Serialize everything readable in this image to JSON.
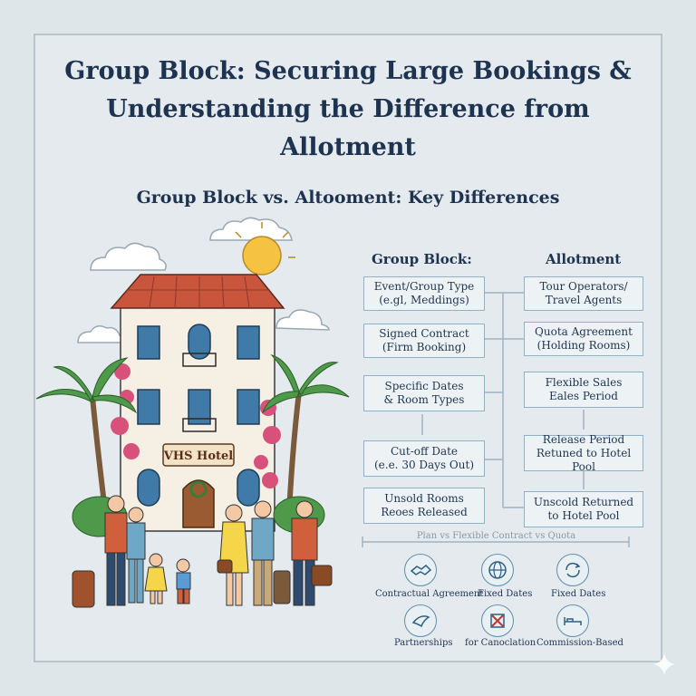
{
  "title_lines": [
    "Group Block: Securing Large Bookings &",
    "Understanding the Difference from",
    "Allotment"
  ],
  "subtitle": "Group Block vs. Altooment: Key Differences",
  "columns": {
    "group_block_heading": "Group Block:",
    "allotment_heading": "Allotment"
  },
  "group_block_boxes": [
    {
      "line1": "Event/Group Type",
      "line2": "(e.gl, Meddings)"
    },
    {
      "line1": "Signed Contract",
      "line2": "(Firm Booking)"
    },
    {
      "line1": "Specific Dates",
      "line2": "& Room Types"
    },
    {
      "line1": "Cut-off Date",
      "line2": "(e.e. 30 Days Out)"
    },
    {
      "line1": "Unsold Rooms",
      "line2": "Reoes Released"
    }
  ],
  "allotment_boxes": [
    {
      "line1": "Tour Operators/",
      "line2": "Travel Agents"
    },
    {
      "line1": "Quota Agreement",
      "line2": "(Holding Rooms)"
    },
    {
      "line1": "Flexible Sales",
      "line2": "Eales Period"
    },
    {
      "line1": "Release Period",
      "line2": "Retuned to Hotel Pool"
    },
    {
      "line1": "Unscold Returned",
      "line2": "to Hotel Pool"
    }
  ],
  "bottom_axis": "Plan vs Flexible     Contract vs Quota",
  "icons_row1": [
    {
      "icon": "handshake-icon",
      "label": "Contractual Agreement"
    },
    {
      "icon": "globe-icon",
      "label": "Fixed Dates"
    },
    {
      "icon": "refresh-icon",
      "label": "Fixed Dates"
    }
  ],
  "icons_row2": [
    {
      "icon": "leaf-icon",
      "label": "Partnerships"
    },
    {
      "icon": "cancel-calendar-icon",
      "label": "for Canoclation"
    },
    {
      "icon": "bed-icon",
      "label": "Commission-Based"
    }
  ],
  "hotel_sign": "VHS Hotel",
  "colors": {
    "background": "#dfe6ea",
    "title": "#1d3350",
    "box_border": "#8fb2c9",
    "roof": "#c9553d",
    "sun": "#f5c242"
  }
}
